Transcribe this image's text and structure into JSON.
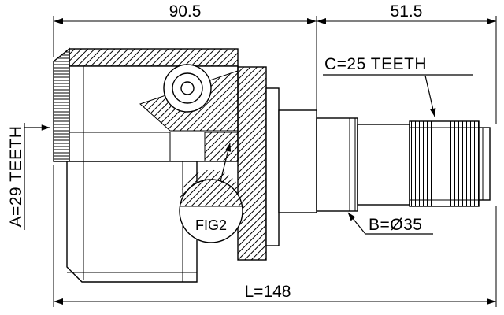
{
  "diagram": {
    "dimensions": {
      "width_left": "90.5",
      "width_right": "51.5",
      "overall_length": "L=148"
    },
    "labels": {
      "spline_count_a": "A=29 TEETH",
      "spline_count_c": "C=25 TEETH",
      "diameter_b": "B=Ø35",
      "figure_ref": "FIG2"
    },
    "colors": {
      "line": "#000000",
      "background": "#ffffff"
    }
  }
}
